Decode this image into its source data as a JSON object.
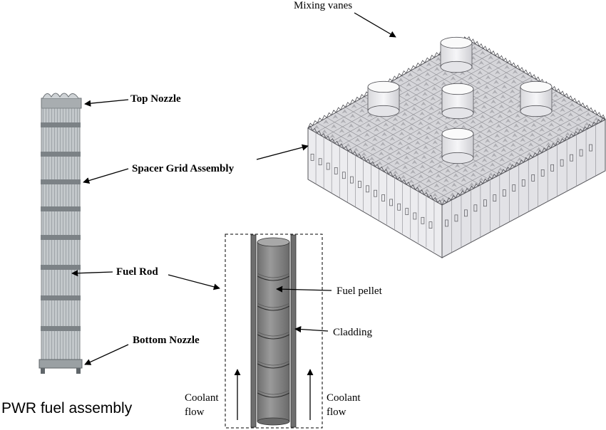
{
  "labels": {
    "mixing_vanes": "Mixing vanes",
    "top_nozzle": "Top Nozzle",
    "spacer_grid": "Spacer Grid Assembly",
    "fuel_rod": "Fuel Rod",
    "bottom_nozzle": "Bottom Nozzle",
    "fuel_pellet": "Fuel pellet",
    "cladding": "Cladding",
    "coolant_left_line1": "Coolant",
    "coolant_left_line2": "flow",
    "coolant_right_line1": "Coolant",
    "coolant_right_line2": "flow",
    "caption": "PWR fuel assembly"
  },
  "colors": {
    "assembly_body": "#b9bec1",
    "assembly_band": "#7c8286",
    "grid_face": "#e9e9ec",
    "grid_top": "#d4d4d8",
    "pellet": "#858585",
    "cladding": "#6e6e6e"
  }
}
